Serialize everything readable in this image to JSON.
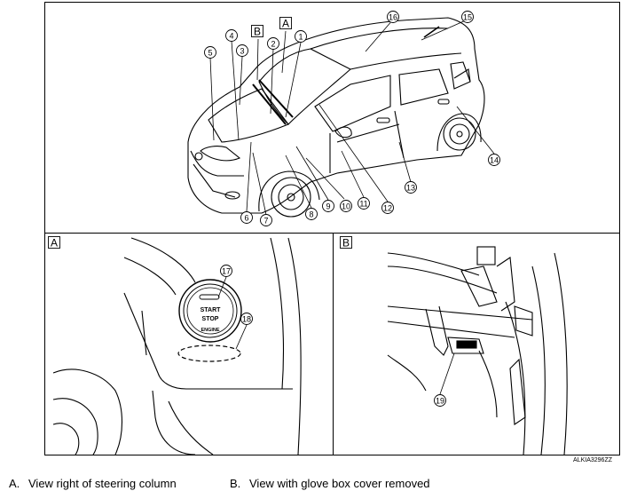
{
  "callouts": {
    "c1": "1",
    "c2": "2",
    "c3": "3",
    "c4": "4",
    "c5": "5",
    "c6": "6",
    "c7": "7",
    "c8": "8",
    "c9": "9",
    "c10": "10",
    "c11": "11",
    "c12": "12",
    "c13": "13",
    "c14": "14",
    "c15": "15",
    "c16": "16",
    "c17": "17",
    "c18": "18",
    "c19": "19"
  },
  "view_labels": {
    "a": "A",
    "b": "B"
  },
  "button_text": {
    "line1": "START",
    "line2": "STOP",
    "line3": "ENGINE"
  },
  "figure_code": "ALKIA3296ZZ",
  "legend": [
    {
      "letter": "A.",
      "text": "View right of steering column"
    },
    {
      "letter": "B.",
      "text": "View with glove box cover removed"
    }
  ]
}
